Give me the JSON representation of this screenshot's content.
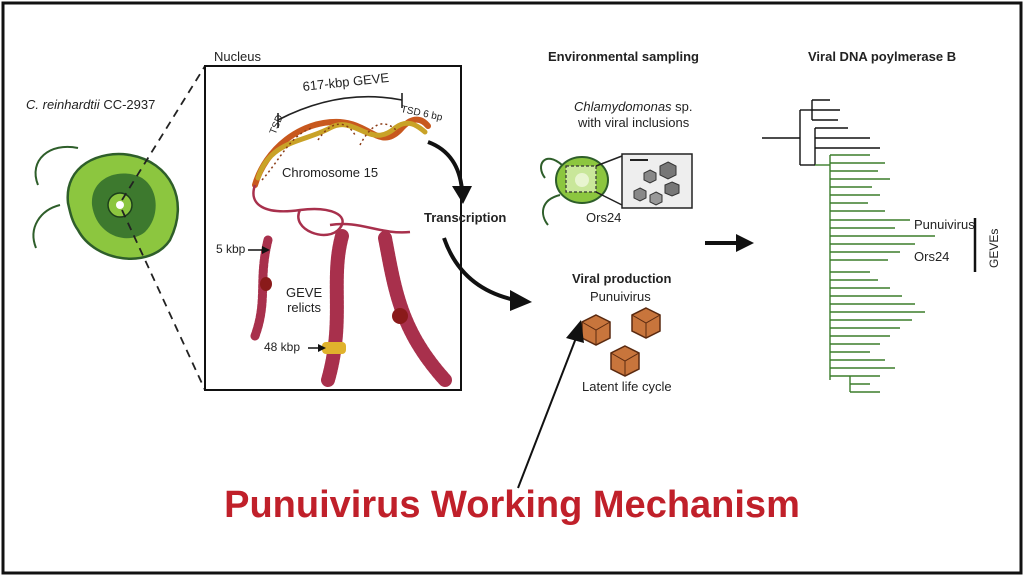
{
  "title": "Punuivirus Working Mechanism",
  "colors": {
    "border": "#111111",
    "title_red": "#c0202a",
    "algae_green": "#8cc63f",
    "algae_dark": "#2e5e2a",
    "dna_orange": "#c8581e",
    "dna_gold": "#c9a227",
    "chromosome": "#a8304c",
    "geve_relict": "#8a1a1a",
    "insert_yellow": "#e0b22c",
    "virion": "#c8753c",
    "tree_black": "#111111",
    "tree_green": "#3b7d2a"
  },
  "labels": {
    "host_species": "C. reinhardtii",
    "host_strain": "CC-2937",
    "nucleus": "Nucleus",
    "geve_size": "617-kbp GEVE",
    "tsd_left": "TSD",
    "tsd_right": "TSD 6 bp",
    "chromosome": "Chromosome 15",
    "transcription": "Transcription",
    "kbp5": "5 kbp",
    "geve_relicts": "GEVE\nrelicts",
    "kbp48": "48 kbp",
    "env_sampling": "Environmental sampling",
    "chlamy_genus": "Chlamydomonas",
    "chlamy_sp": "sp.",
    "viral_inclusions": "with viral inclusions",
    "ors24": "Ors24",
    "viral_production": "Viral production",
    "punuivirus": "Punuivirus",
    "latent": "Latent life cycle",
    "polymerase": "Viral DNA poylmerase B",
    "tree_punuivirus": "Punuivirus",
    "tree_ors24": "Ors24",
    "geves": "GEVEs"
  }
}
